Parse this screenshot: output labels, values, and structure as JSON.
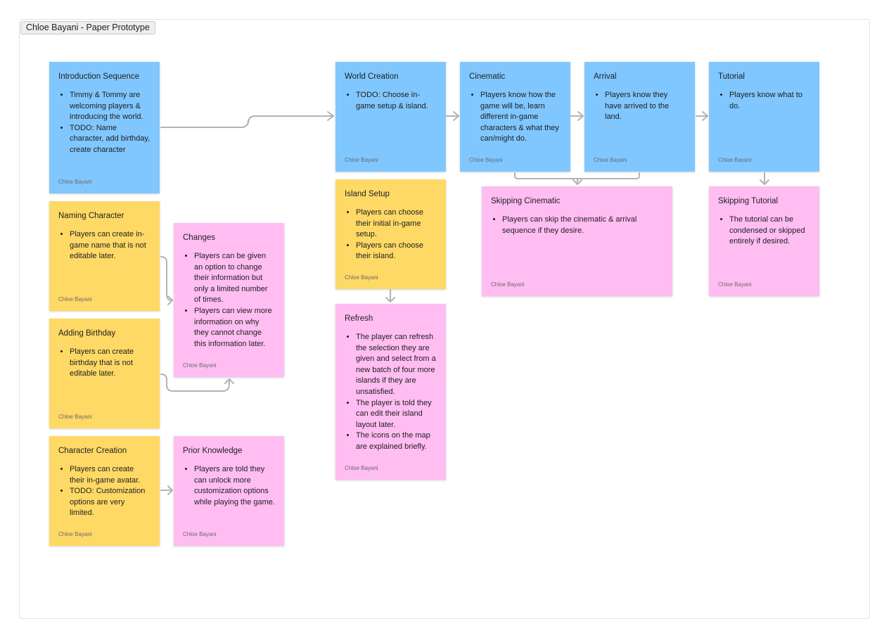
{
  "frame": {
    "title": "Chloe Bayani - Paper Prototype"
  },
  "author": "Chloe Bayani",
  "colors": {
    "blue": "#80c7ff",
    "yellow": "#ffd966",
    "pink": "#ffbdf2",
    "connector": "#b3b3b3"
  },
  "stickies": {
    "intro": {
      "title": "Introduction Sequence",
      "bullets": [
        "Timmy & Tommy are welcoming players & introducing the world.",
        "TODO: Name character, add birthday, create character"
      ]
    },
    "naming": {
      "title": "Naming Character",
      "bullets": [
        "Players can create in-game name that is not editable later."
      ]
    },
    "birthday": {
      "title": "Adding Birthday",
      "bullets": [
        "Players can create birthday that is not editable later."
      ]
    },
    "character": {
      "title": "Character Creation",
      "bullets": [
        "Players can create their in-game avatar.",
        "TODO: Customization options are very limited."
      ]
    },
    "changes": {
      "title": "Changes",
      "bullets": [
        "Players can be given an option to change their information but only a limited number of times.",
        "Players can view more information on why they cannot change this information later."
      ]
    },
    "prior": {
      "title": "Prior Knowledge",
      "bullets": [
        "Players are told they can unlock more customization options while playing the game."
      ]
    },
    "world": {
      "title": "World Creation",
      "bullets": [
        "TODO: Choose in-game setup & island."
      ]
    },
    "island": {
      "title": "Island Setup",
      "bullets": [
        "Players can choose their initial in-game setup.",
        "Players can choose their island."
      ]
    },
    "refresh": {
      "title": "Refresh",
      "bullets": [
        "The player can refresh the selection they are given and select from a new batch of four more islands if they are unsatisfied.",
        "The player is told they can edit their island layout later.",
        "The icons on the map are explained briefly."
      ]
    },
    "cinematic": {
      "title": "Cinematic",
      "bullets": [
        "Players know how the game will be, learn different in-game characters & what they can/might do."
      ]
    },
    "arrival": {
      "title": "Arrival",
      "bullets": [
        "Players know they have arrived to the land."
      ]
    },
    "tutorial": {
      "title": "Tutorial",
      "bullets": [
        "Players know what to do."
      ]
    },
    "skip_cinematic": {
      "title": "Skipping Cinematic",
      "bullets": [
        "Players can skip the cinematic & arrival sequence if they desire."
      ]
    },
    "skip_tutorial": {
      "title": "Skipping Tutorial",
      "bullets": [
        "The tutorial can be condensed or skipped entirely if desired."
      ]
    }
  }
}
